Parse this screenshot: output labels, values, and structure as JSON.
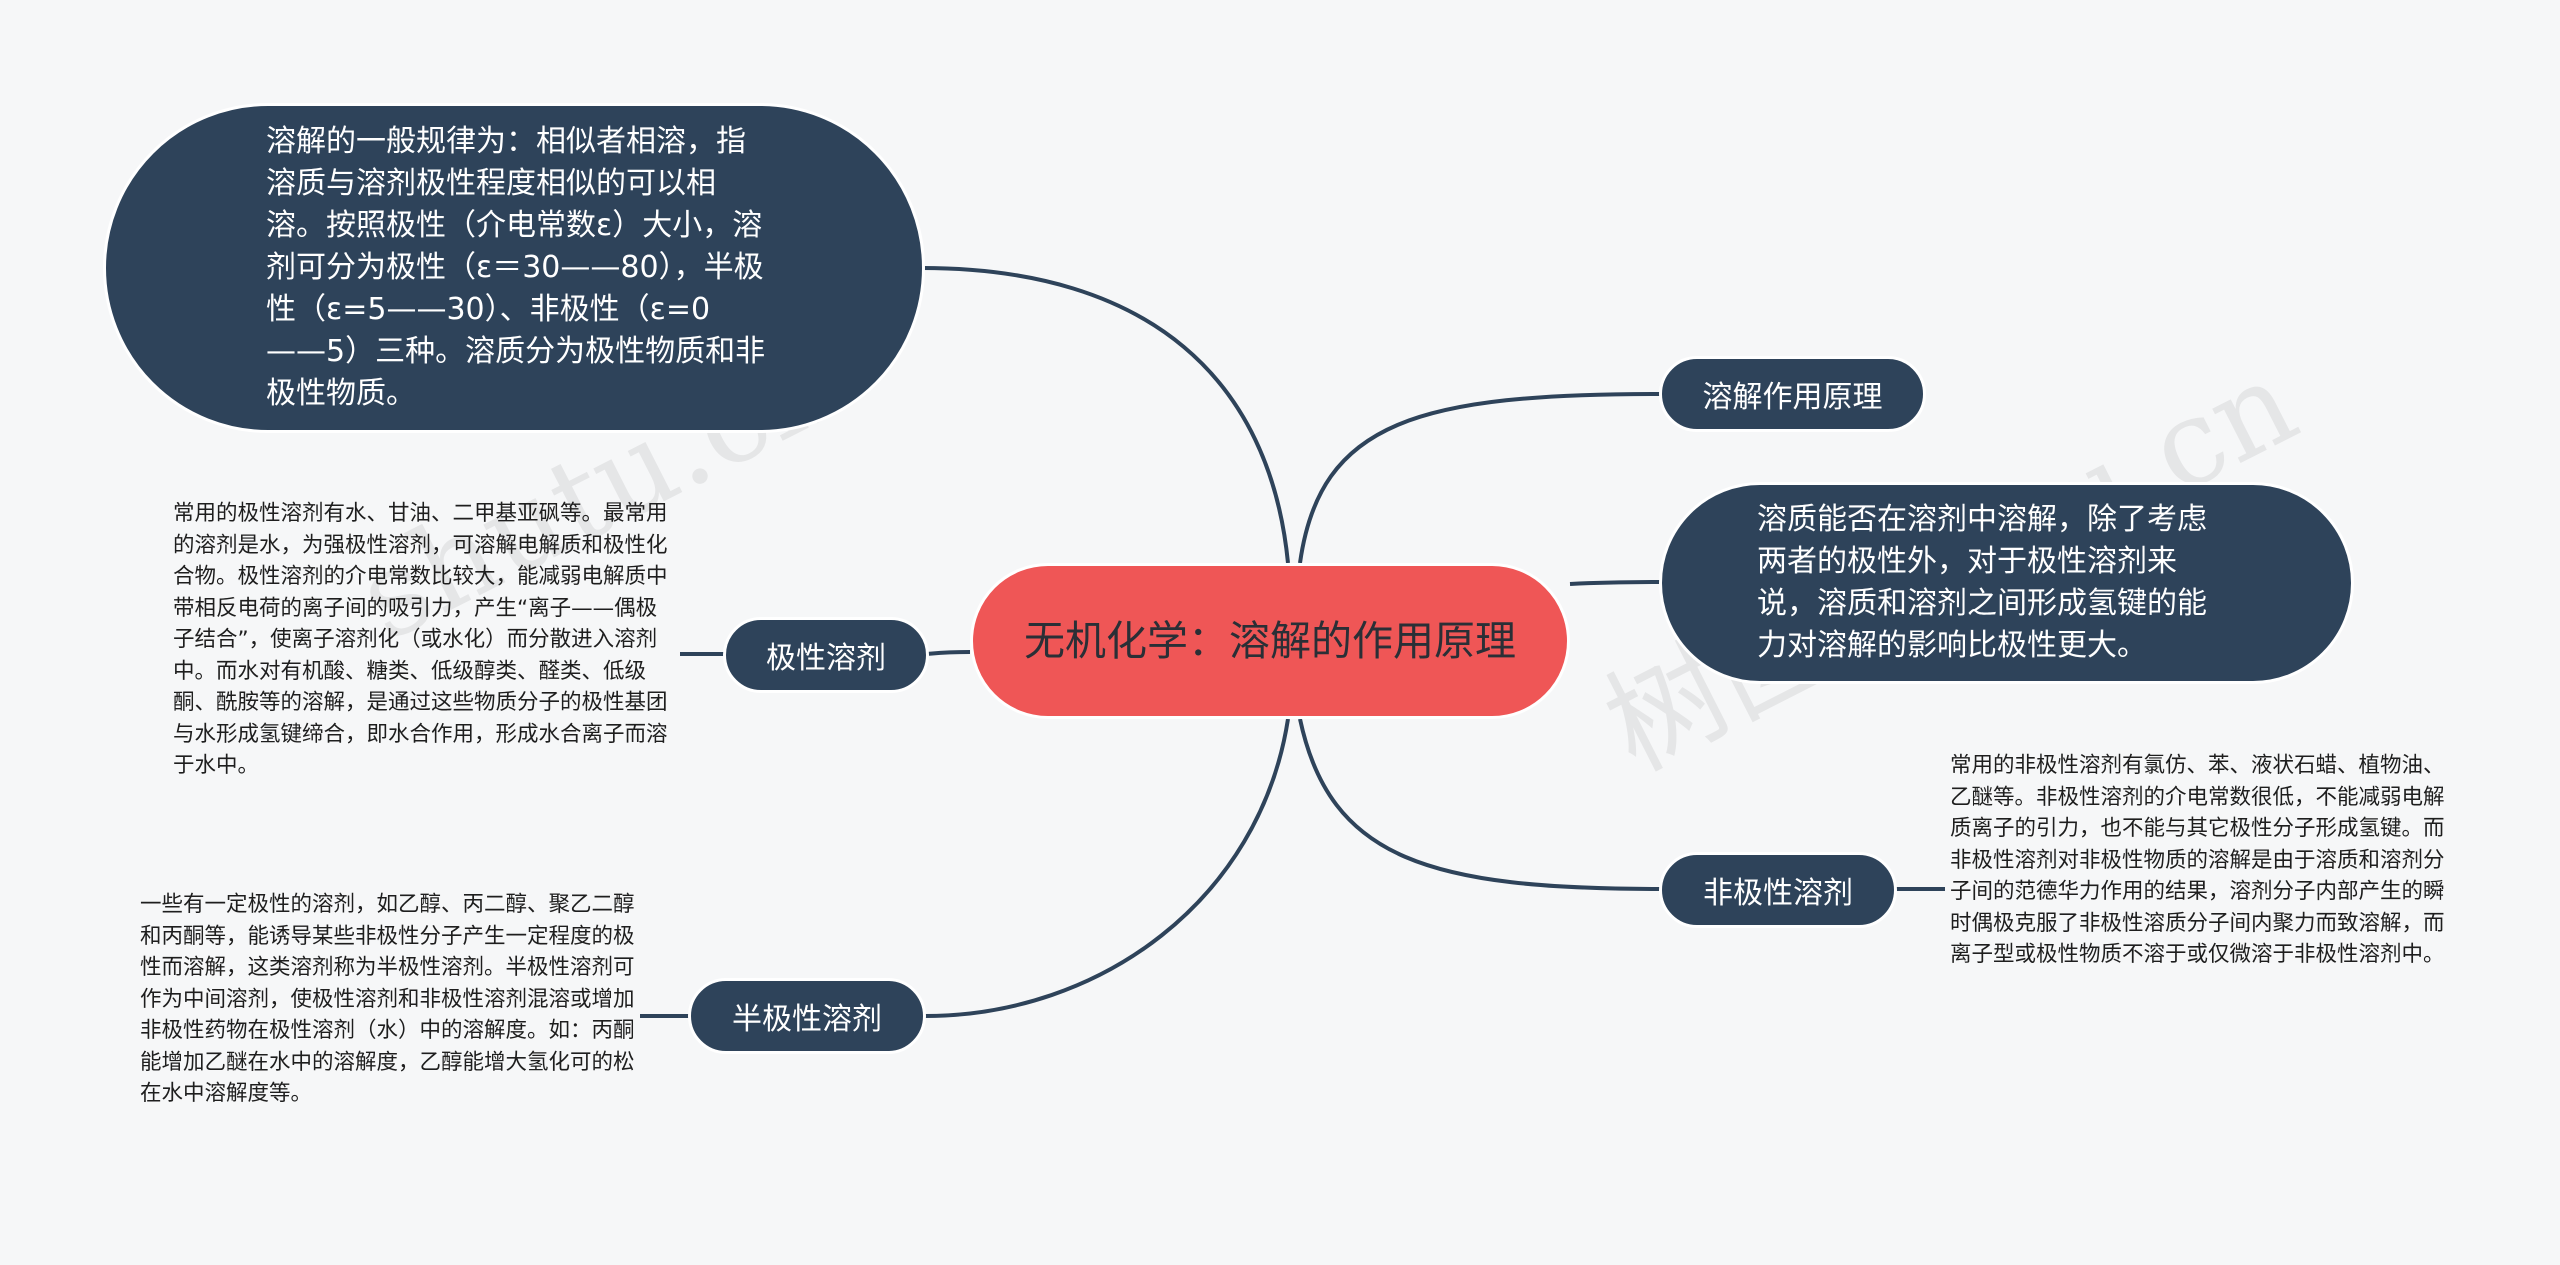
{
  "center": {
    "title": "无机化学：溶解的作用原理"
  },
  "branches": {
    "top_left": {
      "text": "溶解的一般规律为：相似者相溶，指溶质与溶剂极性程度相似的可以相溶。按照极性（介电常数ε）大小，溶剂可分为极性（ε＝30——80），半极性（ε=5——30）、非极性（ε=0——5）三种。溶质分为极性物质和非极性物质。"
    },
    "polar": {
      "label": "极性溶剂",
      "note": "常用的极性溶剂有水、甘油、二甲基亚砜等。最常用的溶剂是水，为强极性溶剂，可溶解电解质和极性化合物。极性溶剂的介电常数比较大，能减弱电解质中带相反电荷的离子间的吸引力，产生“离子——偶极子结合”，使离子溶剂化（或水化）而分散进入溶剂中。而水对有机酸、糖类、低级醇类、醛类、低级酮、酰胺等的溶解，是通过这些物质分子的极性基团与水形成氢键缔合，即水合作用，形成水合离子而溶于水中。"
    },
    "semi_polar": {
      "label": "半极性溶剂",
      "note": "一些有一定极性的溶剂，如乙醇、丙二醇、聚乙二醇和丙酮等，能诱导某些非极性分子产生一定程度的极性而溶解，这类溶剂称为半极性溶剂。半极性溶剂可作为中间溶剂，使极性溶剂和非极性溶剂混溶或增加非极性药物在极性溶剂（水）中的溶解度。如：丙酮能增加乙醚在水中的溶解度，乙醇能增大氢化可的松在水中溶解度等。"
    },
    "principle": {
      "label": "溶解作用原理"
    },
    "hydrogen_bond": {
      "text": "溶质能否在溶剂中溶解，除了考虑两者的极性外，对于极性溶剂来说，溶质和溶剂之间形成氢键的能力对溶解的影响比极性更大。"
    },
    "non_polar": {
      "label": "非极性溶剂",
      "note": "常用的非极性溶剂有氯仿、苯、液状石蜡、植物油、乙醚等。非极性溶剂的介电常数很低，不能减弱电解质离子的引力，也不能与其它极性分子形成氢键。而非极性溶剂对非极性物质的溶解是由于溶质和溶剂分子间的范德华力作用的结果，溶剂分子内部产生的瞬时偶极克服了非极性溶质分子间内聚力而致溶解，而离子型或极性物质不溶于或仅微溶于非极性溶剂中。"
    }
  },
  "watermark": [
    "shutu.cn",
    "树图shutu.cn"
  ],
  "colors": {
    "center": "#ef5656",
    "node": "#2e435a",
    "line": "#2e435a",
    "background": "#f6f7f8"
  }
}
